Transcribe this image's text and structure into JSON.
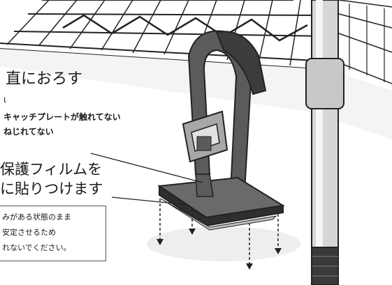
{
  "labels": {
    "vertical_line": "直におろす",
    "fragment": "ι",
    "check_catch_plate": "キャッチプレートが触れてない",
    "check_not_twisted": "ねじれてない",
    "film_line1": "保護フィルムを",
    "film_line2": "に貼りつけます"
  },
  "note": {
    "line1": "みがある状態のまま",
    "line2": "安定させるため",
    "line3": "れないでください。"
  },
  "colors": {
    "strap": "#5b5b5b",
    "strap_dark": "#3c3c3c",
    "buckle": "#a8a8a8",
    "pad": "#4d4d4d",
    "pole": "#d6d6d6",
    "wire": "#222222",
    "shadow": "#eeeeee"
  }
}
